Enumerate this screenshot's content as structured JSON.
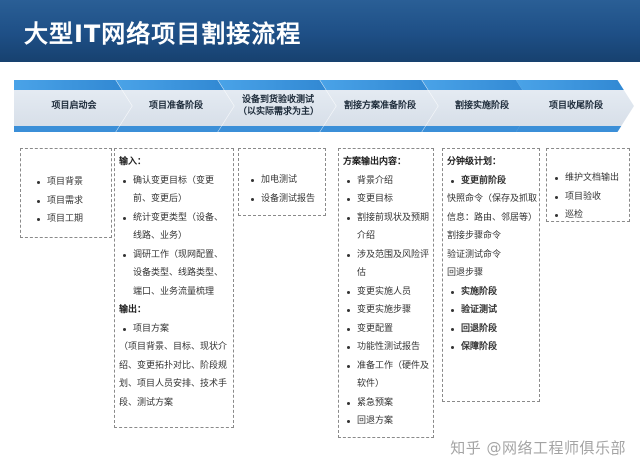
{
  "header": {
    "title": "大型IT网络项目割接流程"
  },
  "phases": [
    {
      "label": "项目启动会"
    },
    {
      "label": "项目准备阶段"
    },
    {
      "label": "设备到货验收测试（以实际需求为主）"
    },
    {
      "label": "割接方案准备阶段"
    },
    {
      "label": "割接实施阶段"
    },
    {
      "label": "项目收尾阶段"
    }
  ],
  "col1": {
    "items": [
      "项目背景",
      "项目需求",
      "项目工期"
    ]
  },
  "col2": {
    "input_heading": "输入：",
    "input_items": [
      "确认变更目标（变更前、变更后）",
      "统计变更类型（设备、线路、业务）",
      "调研工作（现网配置、设备类型、线路类型、端口、业务流量梳理"
    ],
    "output_heading": "输出：",
    "output_item": "项目方案",
    "output_detail": "（项目背景、目标、现状介绍、变更拓扑对比、阶段规划、项目人员安排、技术手段、测试方案"
  },
  "col3": {
    "items": [
      "加电测试",
      "设备测试报告"
    ]
  },
  "col4": {
    "heading": "方案输出内容：",
    "items": [
      "背景介绍",
      "变更目标",
      "割接前现状及预期介绍",
      "涉及范围及风险评估",
      "变更实施人员",
      "变更实施步骤",
      "变更配置",
      "功能性测试报告",
      "准备工作（硬件及软件）",
      "紧急预案",
      "回退方案"
    ]
  },
  "col5": {
    "heading": "分钟级计划：",
    "pre_phase": "变更前阶段",
    "pre_lines": [
      "快照命令（保存及抓取信息：路由、邻居等）",
      "割接步骤命令",
      "验证测试命令",
      "回退步骤"
    ],
    "phases": [
      "实施阶段",
      "验证测试",
      "回退阶段",
      "保障阶段"
    ]
  },
  "col6": {
    "items": [
      "维护文档输出",
      "项目验收",
      "巡检"
    ]
  },
  "watermark": "知乎 @网络工程师俱乐部"
}
